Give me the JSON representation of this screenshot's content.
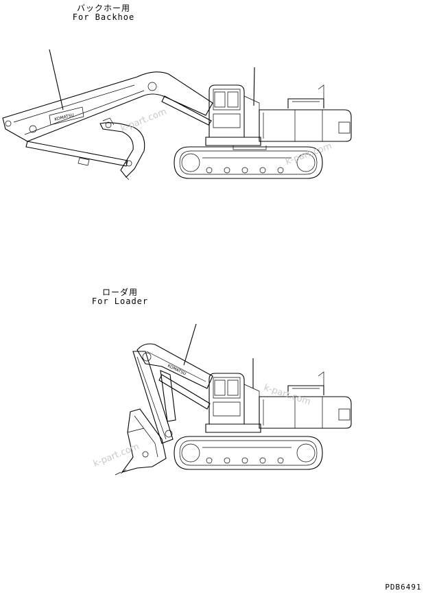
{
  "backhoe": {
    "jp": "バックホー用",
    "en": "For Backhoe",
    "decal": "KOMATSU"
  },
  "loader": {
    "jp": "ローダ用",
    "en": "For Loader",
    "decal": "KOMATSU"
  },
  "watermarks": [
    "k-part.com",
    "k-part.com",
    "k-part.com",
    "k-part.com"
  ],
  "drawing_id": "PDB6491"
}
